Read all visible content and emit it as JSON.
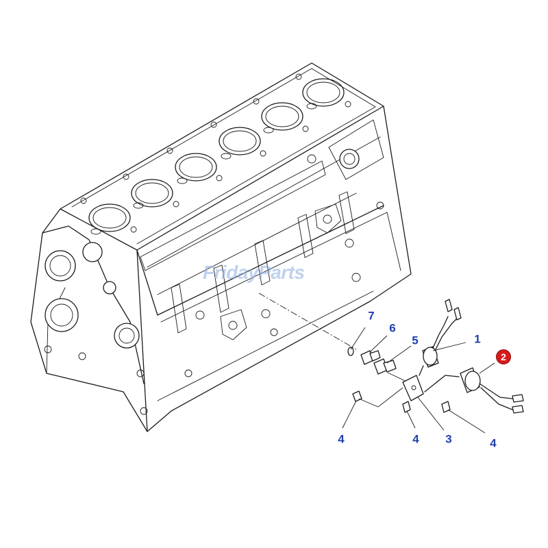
{
  "watermark": {
    "text": "FridayParts",
    "color": "#96b2e2"
  },
  "callouts": [
    {
      "label": "7"
    },
    {
      "label": "6"
    },
    {
      "label": "5"
    },
    {
      "label": "1"
    },
    {
      "label": "2",
      "highlighted": true,
      "color": "#d71a1a"
    },
    {
      "label": "4"
    },
    {
      "label": "4"
    },
    {
      "label": "3"
    },
    {
      "label": "4"
    }
  ],
  "colors": {
    "callout_text": "#1f3fae",
    "line_art": "#1a1a1a"
  }
}
